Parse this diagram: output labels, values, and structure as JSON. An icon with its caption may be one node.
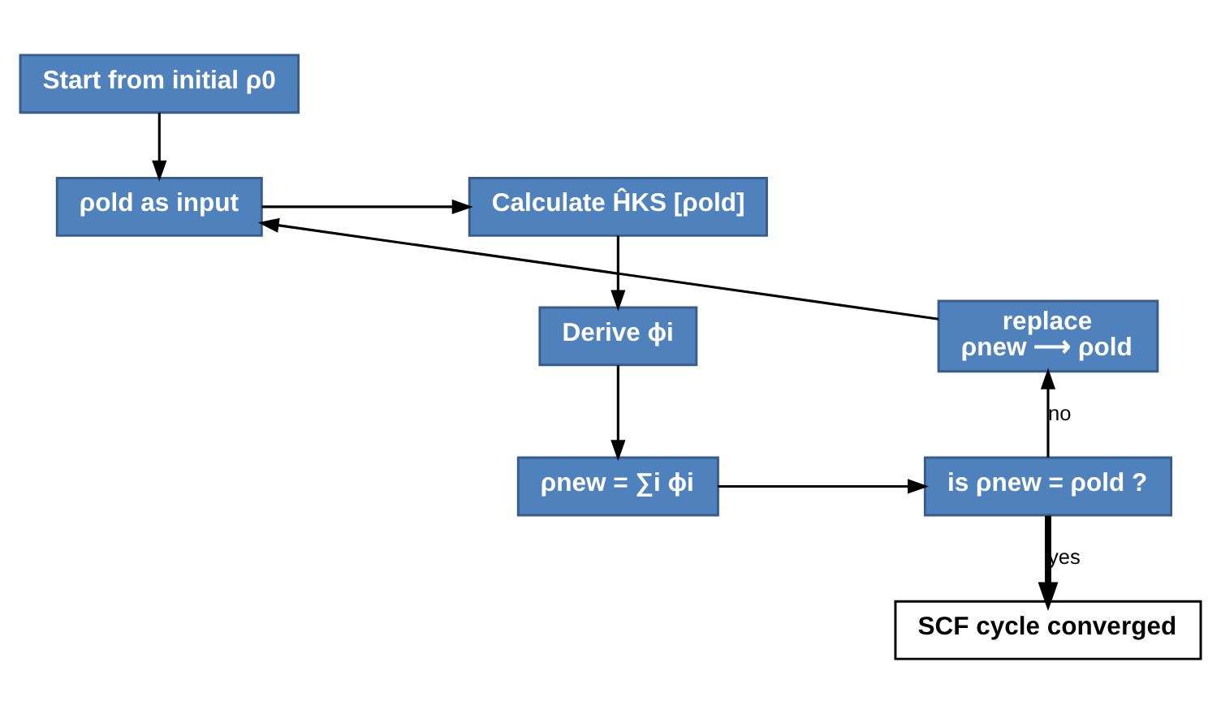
{
  "diagram": {
    "nodes": [
      {
        "text": [
          "Start from initial ρ0"
        ]
      },
      {
        "text": [
          "ρold as input"
        ]
      },
      {
        "text": [
          "Calculate ĤKS [ρold]"
        ]
      },
      {
        "text": [
          "Derive ϕi"
        ]
      },
      {
        "text": [
          "ρnew = ∑i ϕi"
        ]
      },
      {
        "text": [
          "is ρnew = ρold ?"
        ]
      },
      {
        "text": [
          "SCF cycle converged"
        ]
      },
      {
        "text": [
          "replace",
          "ρnew ⟶ ρold"
        ]
      }
    ],
    "edges": [
      {
        "from": 0,
        "to": 1,
        "arrow": "to"
      },
      {
        "from": 1,
        "to": 2,
        "arrow": "to"
      },
      {
        "from": 2,
        "to": 3,
        "arrow": "to"
      },
      {
        "from": 3,
        "to": 4,
        "arrow": "to"
      },
      {
        "from": 4,
        "to": 5,
        "arrow": "to"
      },
      {
        "from": 5,
        "to": 6,
        "arrow": "to",
        "label": "yes",
        "style": "thick"
      },
      {
        "from": 5,
        "to": 7,
        "arrow": "to",
        "label": "no"
      },
      {
        "from": 7,
        "to": 1,
        "arrow": "to"
      }
    ]
  }
}
